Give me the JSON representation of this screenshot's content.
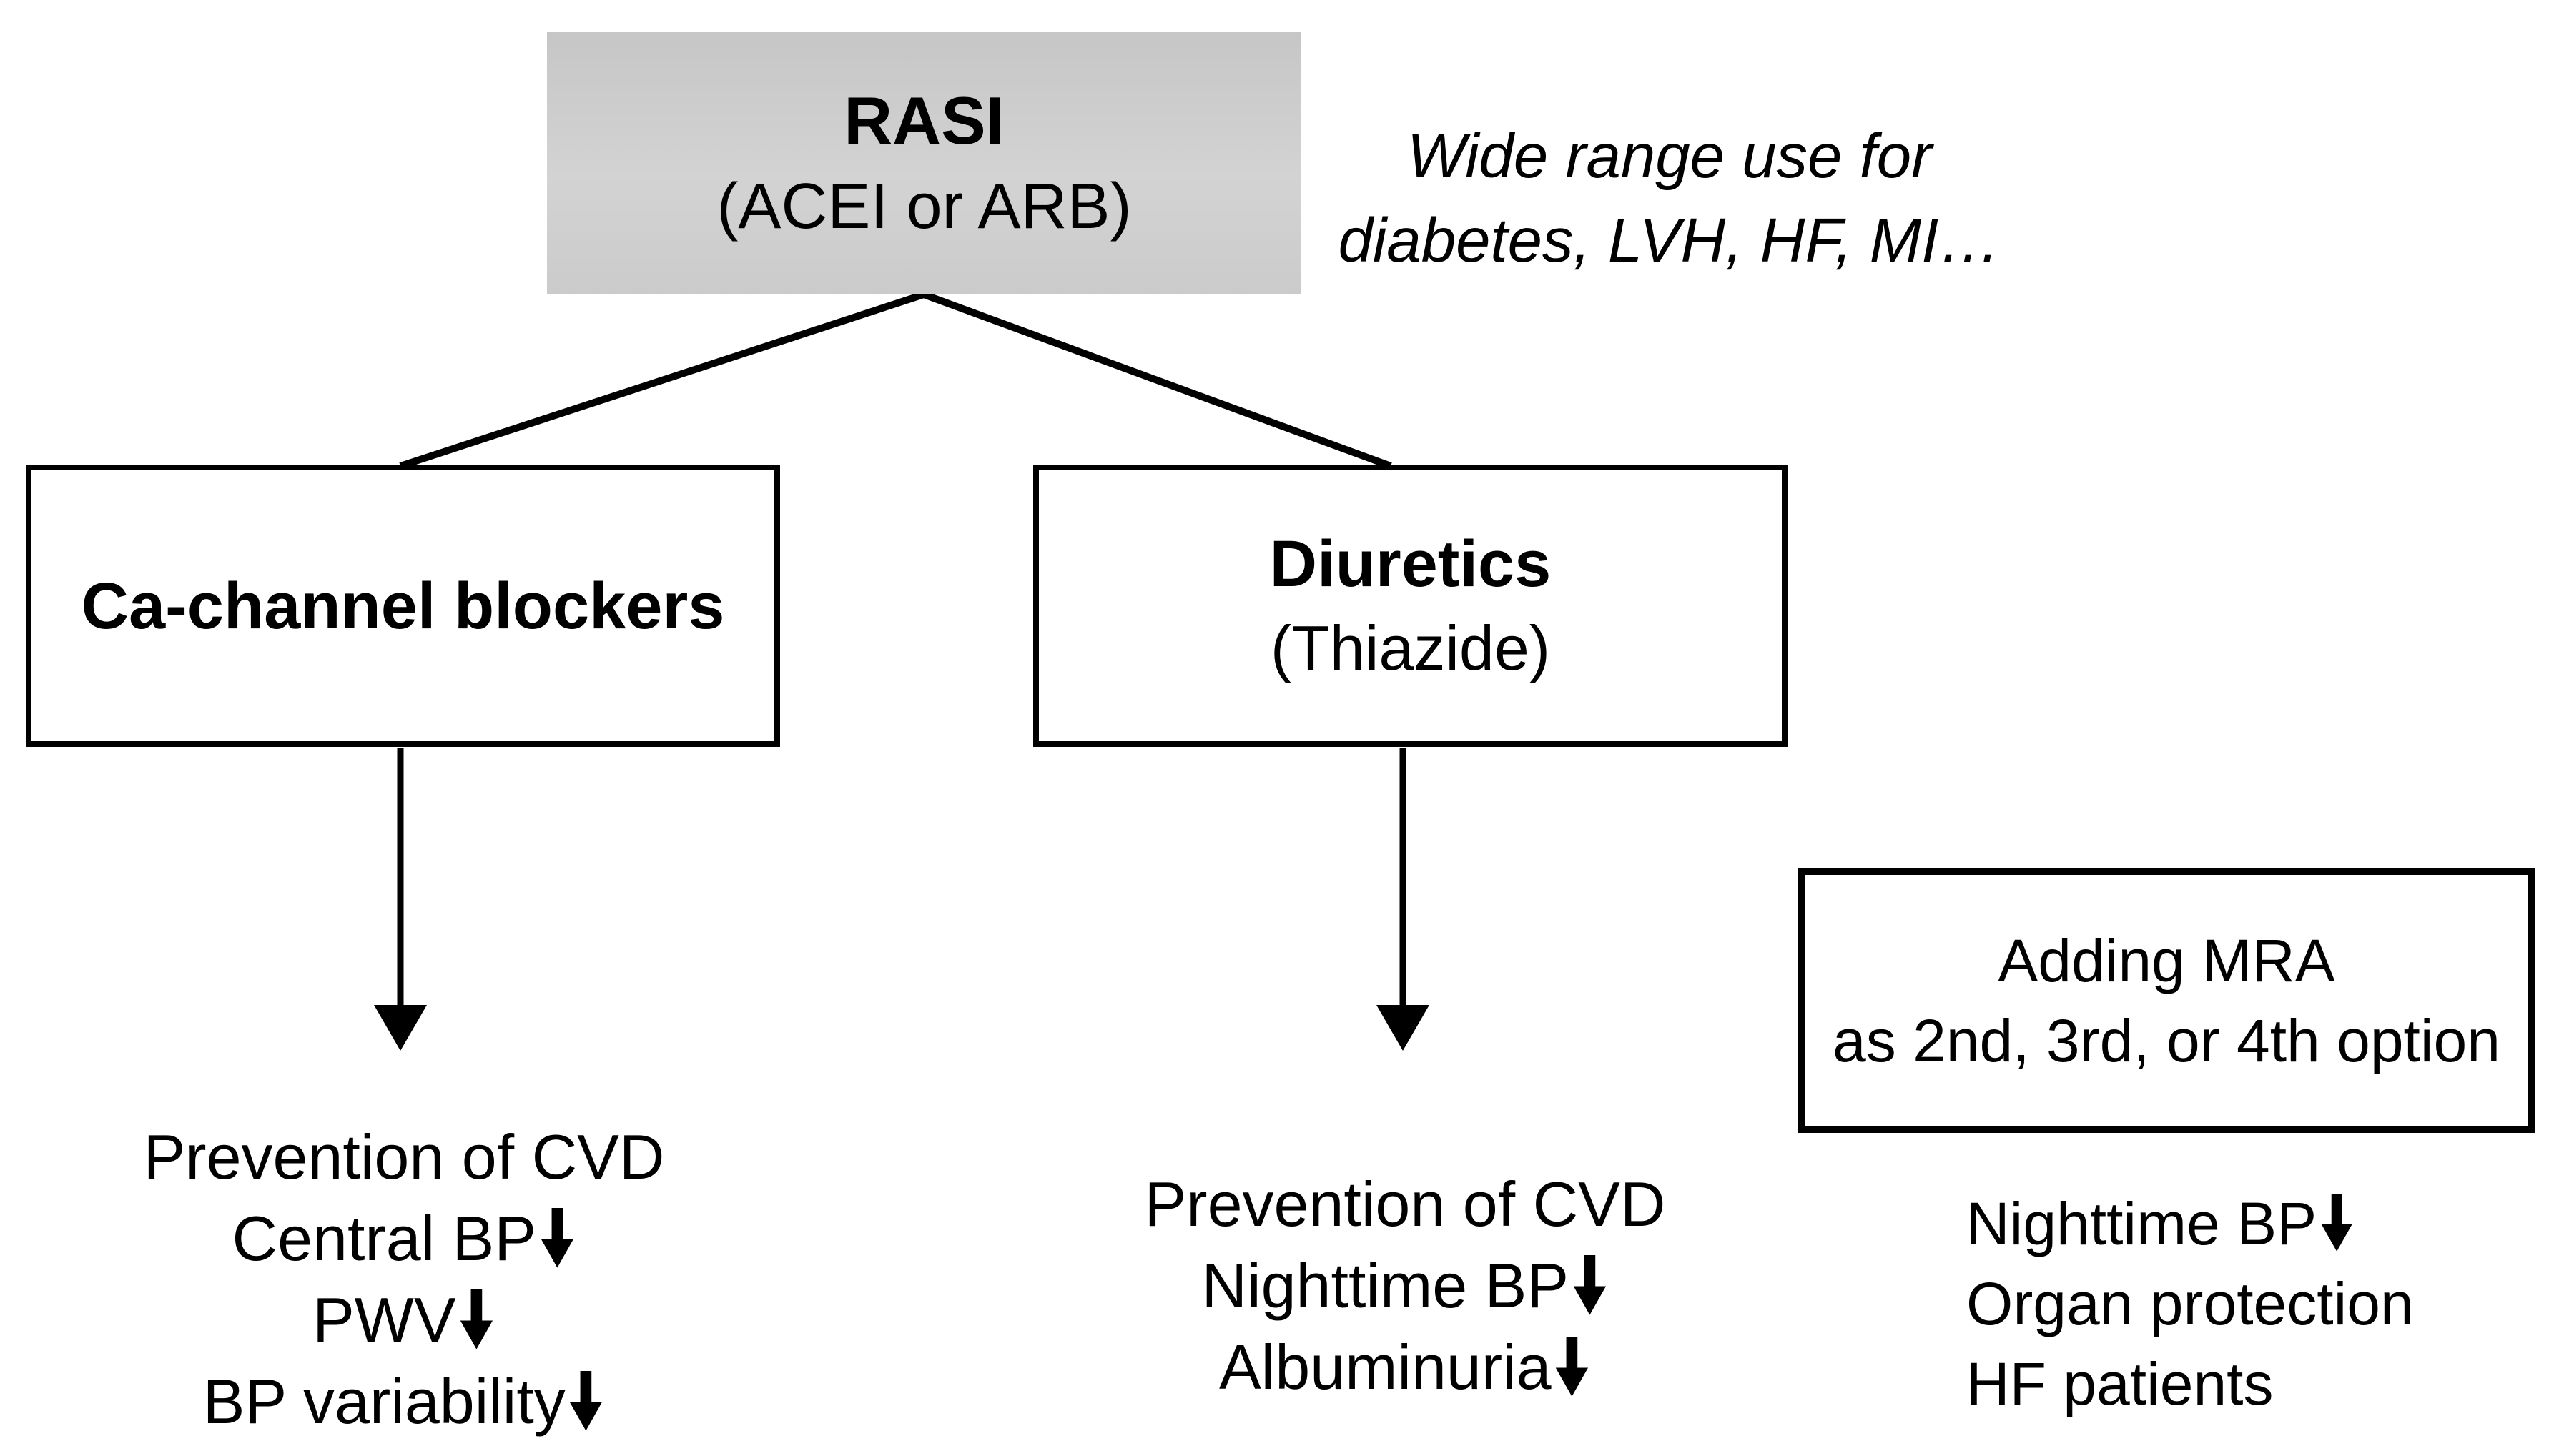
{
  "diagram": {
    "root_box": {
      "title": "RASI",
      "subtitle": "(ACEI or ARB)"
    },
    "note": {
      "lines": [
        "Wide range use for",
        "diabetes, LVH, HF, MI…"
      ]
    },
    "ccb_box": {
      "title": "Ca-channel blockers"
    },
    "diuretics_box": {
      "title": "Diuretics",
      "subtitle": "(Thiazide)"
    },
    "mra_box": {
      "lines": [
        "Adding MRA",
        "as 2nd, 3rd, or 4th option"
      ]
    },
    "outcomes_ccb": {
      "lines": [
        {
          "text": "Prevention of CVD",
          "arrow": false
        },
        {
          "text": "Central BP",
          "arrow": true
        },
        {
          "text": "PWV",
          "arrow": true
        },
        {
          "text": "BP variability",
          "arrow": true
        }
      ]
    },
    "outcomes_diuretics": {
      "lines": [
        {
          "text": "Prevention of CVD",
          "arrow": false
        },
        {
          "text": "Nighttime BP",
          "arrow": true
        },
        {
          "text": "Albuminuria",
          "arrow": true
        }
      ]
    },
    "outcomes_mra": {
      "lines": [
        {
          "text": "Nighttime BP",
          "arrow": true
        },
        {
          "text": "Organ protection",
          "arrow": false
        },
        {
          "text": "HF patients",
          "arrow": false
        }
      ]
    },
    "icons": {
      "down_arrow": "heavy-down-arrow"
    },
    "colors": {
      "background": "#ffffff",
      "text": "#000000",
      "box_border": "#000000",
      "box_fill": "#ffffff",
      "root_box_fill": "#cdcdcd",
      "connector": "#000000"
    }
  }
}
